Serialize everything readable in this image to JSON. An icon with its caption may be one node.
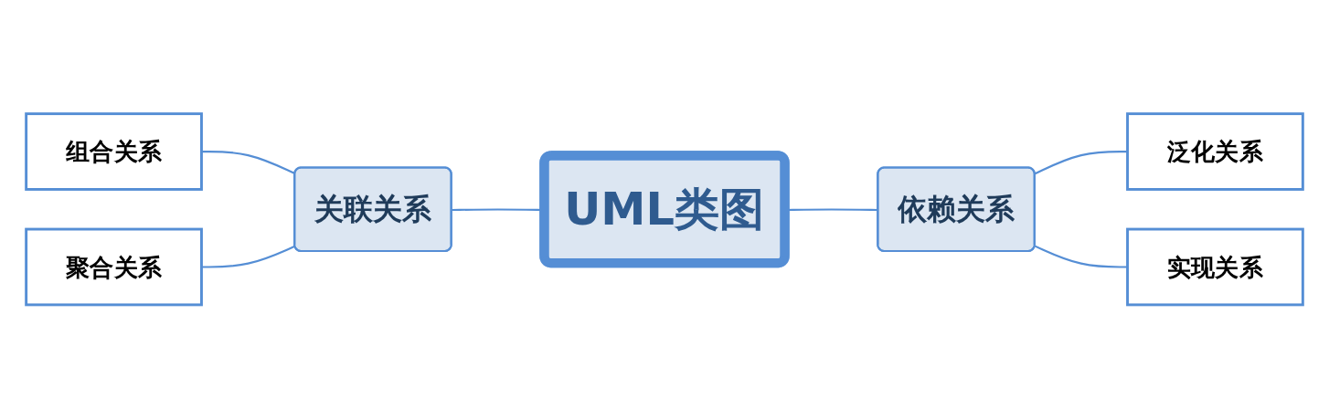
{
  "diagram": {
    "nodes": [
      {
        "text": [
          "UML类图"
        ]
      },
      {
        "text": [
          "依赖关系"
        ]
      },
      {
        "text": [
          "泛化关系"
        ]
      },
      {
        "text": [
          "实现关系"
        ]
      },
      {
        "text": [
          "关联关系"
        ]
      },
      {
        "text": [
          "组合关系"
        ]
      },
      {
        "text": [
          "聚合关系"
        ]
      }
    ],
    "edges": [
      {
        "from": 0,
        "to": 1,
        "arrow": "none"
      },
      {
        "from": 1,
        "to": 2,
        "arrow": "none"
      },
      {
        "from": 1,
        "to": 3,
        "arrow": "none"
      },
      {
        "from": 4,
        "to": 0,
        "arrow": "none"
      },
      {
        "from": 5,
        "to": 4,
        "arrow": "none"
      },
      {
        "from": 6,
        "to": 4,
        "arrow": "none"
      }
    ]
  }
}
